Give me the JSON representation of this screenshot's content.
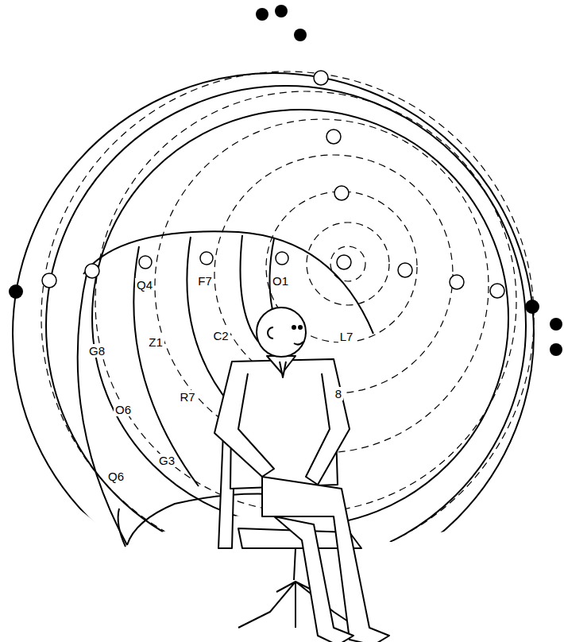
{
  "diagram": {
    "labels": [
      "Q4",
      "F7",
      "O1",
      "G8",
      "Z1",
      "C2",
      "L7",
      "8",
      "O6",
      "R7",
      "G3",
      "Q6"
    ]
  }
}
